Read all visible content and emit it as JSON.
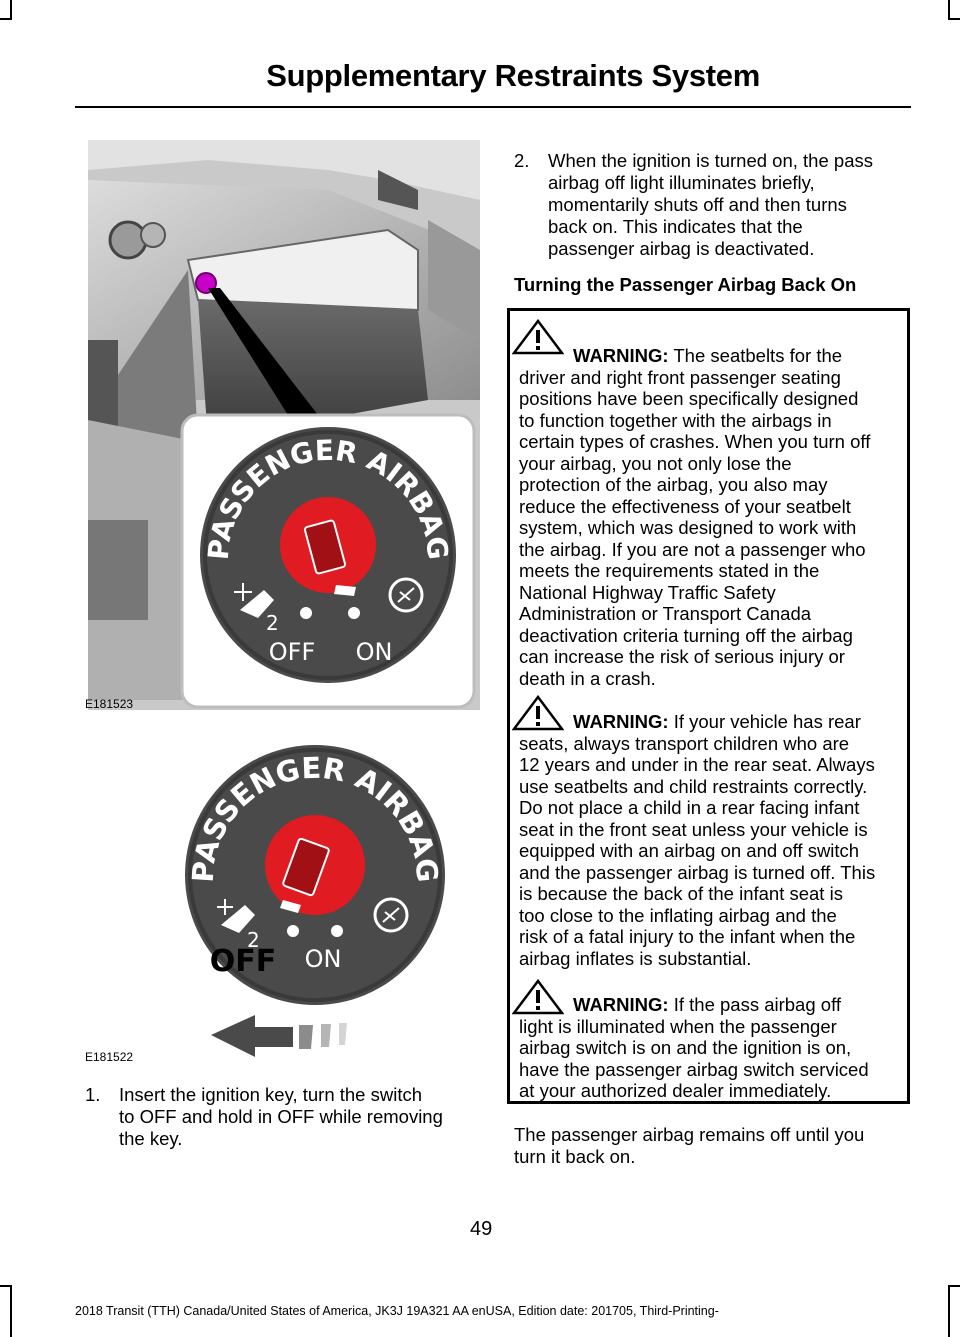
{
  "header": {
    "title": "Supplementary Restraints System"
  },
  "figures": [
    {
      "code": "E181523",
      "switch": {
        "brand_text": "PASSENGER AIRBAG",
        "off_label": "OFF",
        "on_label": "ON",
        "seat_number": "2"
      }
    },
    {
      "code": "E181522",
      "switch": {
        "brand_text": "PASSENGER AIRBAG",
        "off_label": "OFF",
        "on_label": "ON",
        "seat_number": "2"
      }
    }
  ],
  "steps": [
    {
      "num": "1.",
      "lines": [
        "Insert the ignition key, turn the switch",
        "to OFF and hold in OFF while removing",
        "the key."
      ]
    },
    {
      "num": "2.",
      "lines": [
        "When the ignition is turned on, the pass",
        "airbag off light illuminates briefly,",
        "momentarily shuts off and then turns",
        "back on. This indicates that the",
        "passenger airbag is deactivated."
      ]
    }
  ],
  "subheading": "Turning the Passenger Airbag Back On",
  "warnings": [
    {
      "label": "WARNING:",
      "lines": [
        " The seatbelts for the",
        "driver and right front passenger seating",
        "positions have been specifically designed",
        "to function together with the airbags in",
        "certain types of crashes. When you turn off",
        "your airbag, you not only lose the",
        "protection of the airbag, you also may",
        "reduce the effectiveness of your seatbelt",
        "system, which was designed to work with",
        "the airbag. If you are not a passenger who",
        "meets the requirements stated in the",
        "National Highway Traffic Safety",
        "Administration or Transport Canada",
        "deactivation criteria turning off the airbag",
        "can increase the risk of serious injury or",
        "death in a crash."
      ]
    },
    {
      "label": "WARNING:",
      "lines": [
        " If your vehicle has rear",
        "seats, always transport children who are",
        "12 years and under in the rear seat. Always",
        "use seatbelts and child restraints correctly.",
        "Do not place a child in a rear facing infant",
        "seat in the front seat unless your vehicle is",
        "equipped with an airbag on and off switch",
        "and the passenger airbag is turned off. This",
        "is because the back of the infant seat is",
        "too close to the inflating airbag and the",
        "risk of a fatal injury to the infant when the",
        "airbag inflates is substantial."
      ]
    },
    {
      "label": "WARNING:",
      "lines": [
        " If the pass airbag off",
        "light is illuminated when the passenger",
        "airbag switch is on and the ignition is on,",
        "have the passenger airbag switch serviced",
        "at your authorized dealer immediately."
      ]
    }
  ],
  "after_warning": [
    "The passenger airbag remains off until you",
    "turn it back on."
  ],
  "page_number": "49",
  "footer": "2018 Transit (TTH) Canada/United States of America, JK3J 19A321 AA enUSA, Edition date: 201705, Third-Printing-",
  "colors": {
    "switch_red": "#e01b22",
    "switch_face": "#4a4a4a",
    "highlight": "#c800c8"
  }
}
